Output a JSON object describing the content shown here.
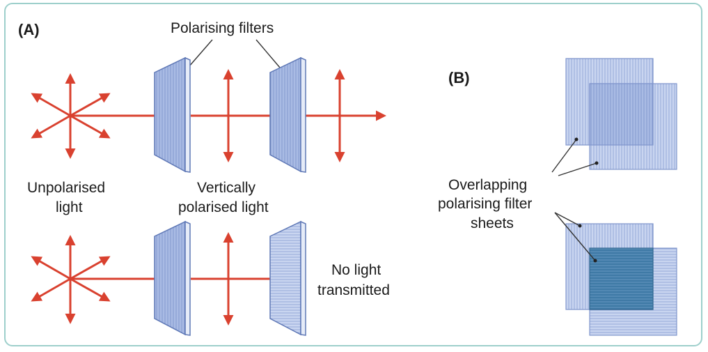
{
  "panel_a": {
    "label": "(A)",
    "filters_label": "Polarising filters",
    "unpolarised_label": [
      "Unpolarised",
      "light"
    ],
    "vertical_label": [
      "Vertically",
      "polarised light"
    ],
    "blocked_label": [
      "No light",
      "transmitted"
    ]
  },
  "panel_b": {
    "label": "(B)",
    "overlap_label": [
      "Overlapping",
      "polarising filter",
      "sheets"
    ]
  },
  "colors": {
    "frame": "#9dcfcb",
    "ray": "#d9412f",
    "filter_face": "#a8b9e3",
    "filter_edge": "#5f78b6",
    "sheet": "#c3d0ee",
    "sheet_overlap": "#9db2e0",
    "sheet_dark": "#3f7aa6"
  }
}
